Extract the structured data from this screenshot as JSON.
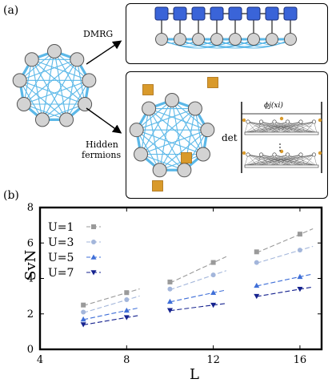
{
  "panel_a": {
    "label": "(a)",
    "arrow_top_label": "DMRG",
    "arrow_bottom_label_line1": "Hidden",
    "arrow_bottom_label_line2": "fermions",
    "det_label": "det",
    "phi_label": "ϕj(xi)",
    "dmrg_sites": 8,
    "graph_nodes": 9,
    "colors": {
      "edge": "#5bb8e8",
      "tensor": "#3a64d8",
      "node": "#d3d3d3",
      "fermion": "#d99a2b"
    }
  },
  "panel_b": {
    "label": "(b)",
    "ylabel": "SvN",
    "xlabel": "L"
  },
  "chart_data": {
    "type": "scatter",
    "xlabel": "L",
    "ylabel": "SvN",
    "xlim": [
      4,
      17
    ],
    "ylim": [
      0,
      8
    ],
    "xticks": [
      4,
      8,
      12,
      16
    ],
    "yticks": [
      0,
      2,
      4,
      6,
      8
    ],
    "legend_position": "top-left",
    "series": [
      {
        "name": "U=1",
        "marker": "square",
        "color": "#9a9a9a",
        "x": [
          6,
          8,
          10,
          12,
          14,
          16
        ],
        "y": [
          2.5,
          3.2,
          3.8,
          4.9,
          5.5,
          6.5
        ]
      },
      {
        "name": "U=3",
        "marker": "circle",
        "color": "#a3b6db",
        "x": [
          6,
          8,
          10,
          12,
          14,
          16
        ],
        "y": [
          2.1,
          2.8,
          3.4,
          4.2,
          4.9,
          5.6
        ]
      },
      {
        "name": "U=5",
        "marker": "triangle-up",
        "color": "#3f6fd8",
        "x": [
          6,
          8,
          10,
          12,
          14,
          16
        ],
        "y": [
          1.7,
          2.2,
          2.7,
          3.2,
          3.6,
          4.1
        ]
      },
      {
        "name": "U=7",
        "marker": "triangle-down",
        "color": "#16238f",
        "x": [
          6,
          8,
          10,
          12,
          14,
          16
        ],
        "y": [
          1.4,
          1.8,
          2.2,
          2.5,
          3.0,
          3.4
        ]
      }
    ]
  }
}
